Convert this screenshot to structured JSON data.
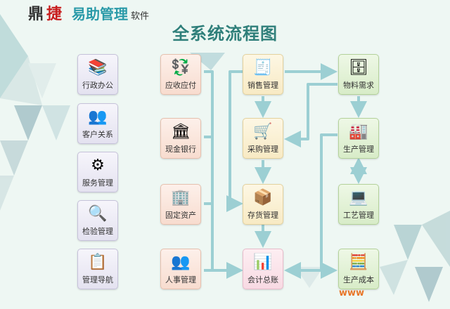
{
  "brand": {
    "name_part1": "鼎",
    "name_part2": "捷",
    "product": "易助管理",
    "suffix": "软件"
  },
  "title": "全系统流程图",
  "colors": {
    "line": "#9ccfd3",
    "title": "#2f7f7a",
    "brand_red": "#c81e1e",
    "brand_teal": "#2a9aa8"
  },
  "left_modules": [
    {
      "label": "行政办公",
      "icon": "binders-icon"
    },
    {
      "label": "客户关系",
      "icon": "people-icon"
    },
    {
      "label": "服务管理",
      "icon": "gear-person-icon"
    },
    {
      "label": "检验管理",
      "icon": "magnifier-icon"
    },
    {
      "label": "管理导航",
      "icon": "navigation-icon"
    }
  ],
  "finance_modules": [
    {
      "label": "应收应付",
      "icon": "arrows-coins-icon"
    },
    {
      "label": "现金银行",
      "icon": "bank-icon"
    },
    {
      "label": "固定资产",
      "icon": "building-icon"
    },
    {
      "label": "人事管理",
      "icon": "people-icon"
    }
  ],
  "logistics_modules": [
    {
      "label": "销售管理",
      "icon": "cash-register-icon"
    },
    {
      "label": "采购管理",
      "icon": "cart-icon"
    },
    {
      "label": "存货管理",
      "icon": "boxes-icon"
    },
    {
      "label": "会计总账",
      "icon": "ledger-icon"
    }
  ],
  "production_modules": [
    {
      "label": "物料需求",
      "icon": "database-icon"
    },
    {
      "label": "生产管理",
      "icon": "machine-icon"
    },
    {
      "label": "工艺管理",
      "icon": "laptop-gear-icon"
    },
    {
      "label": "生产成本",
      "icon": "calculator-icon"
    }
  ],
  "watermark": "www"
}
